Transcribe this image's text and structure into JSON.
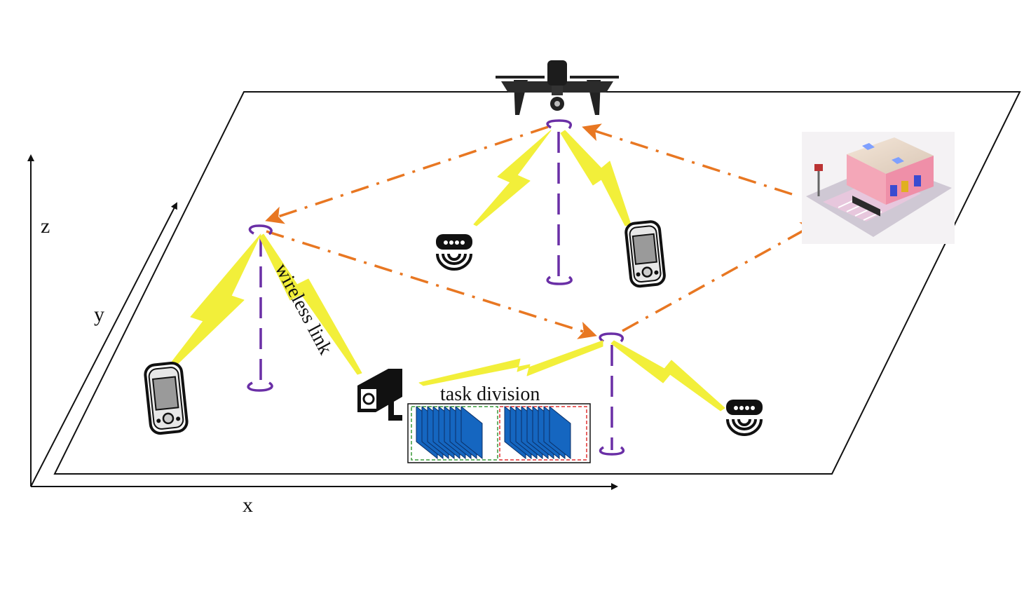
{
  "axes": {
    "x_label": "x",
    "y_label": "y",
    "z_label": "z"
  },
  "labels": {
    "wireless_link": "wireless link",
    "task_division": "task division"
  },
  "colors": {
    "orange_path": "#e87722",
    "purple_pole": "#6a2fa6",
    "lightning": "#f2ef3a",
    "task_block": "#1566c0",
    "green_box": "#3a9a3a",
    "red_box": "#e03030"
  },
  "icons": [
    "drone-icon",
    "building-icon",
    "phone-icon",
    "sensor-icon",
    "camera-icon",
    "lightning-icon"
  ]
}
